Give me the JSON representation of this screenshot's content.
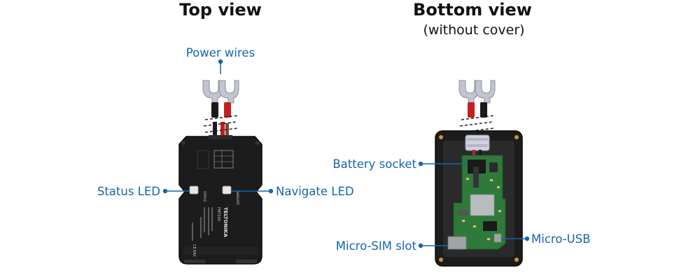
{
  "titles": {
    "top": "Top view",
    "bottom": "Bottom view",
    "bottom_sub": "(without cover)"
  },
  "callouts": {
    "power_wires": "Power wires",
    "status_led": "Status LED",
    "navigate_led": "Navigate LED",
    "battery_socket": "Battery socket",
    "micro_sim_slot": "Micro-SIM slot",
    "micro_usb": "Micro-USB"
  },
  "device_text": {
    "brand": "TELTONIKA",
    "model": "FMT100",
    "ce_mark": "CE EAC",
    "status_small": "STATUS",
    "navigate_small": "NAVIGATE"
  },
  "colors": {
    "callout": "#1565b0",
    "enclosure": "#1c1c1c",
    "pcb": "#2f7a3a",
    "wire_red": "#c4201e",
    "wire_black": "#1a1a1a",
    "terminal": "#c2c4cf"
  }
}
